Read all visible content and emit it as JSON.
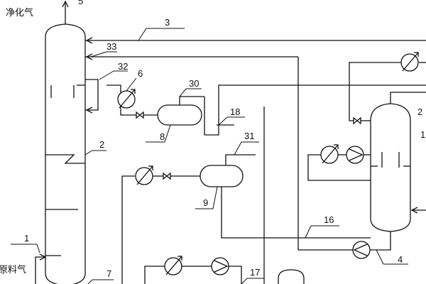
{
  "labels": {
    "product_gas": "净化气",
    "feed_gas": "原料气",
    "n1": "1",
    "n2": "2",
    "n3": "3",
    "n4": "4",
    "n6": "6",
    "n7": "7",
    "n8": "8",
    "n9": "9",
    "n16": "16",
    "n17": "17",
    "n18": "18",
    "n30": "30",
    "n31": "31",
    "n32": "32",
    "n33": "33",
    "n_top": "5",
    "n_right_1": "1",
    "n_right_2": "2"
  },
  "icons": {
    "heat_exchanger": "heat-exchanger-icon",
    "pump": "pump-icon",
    "valve": "valve-icon"
  }
}
